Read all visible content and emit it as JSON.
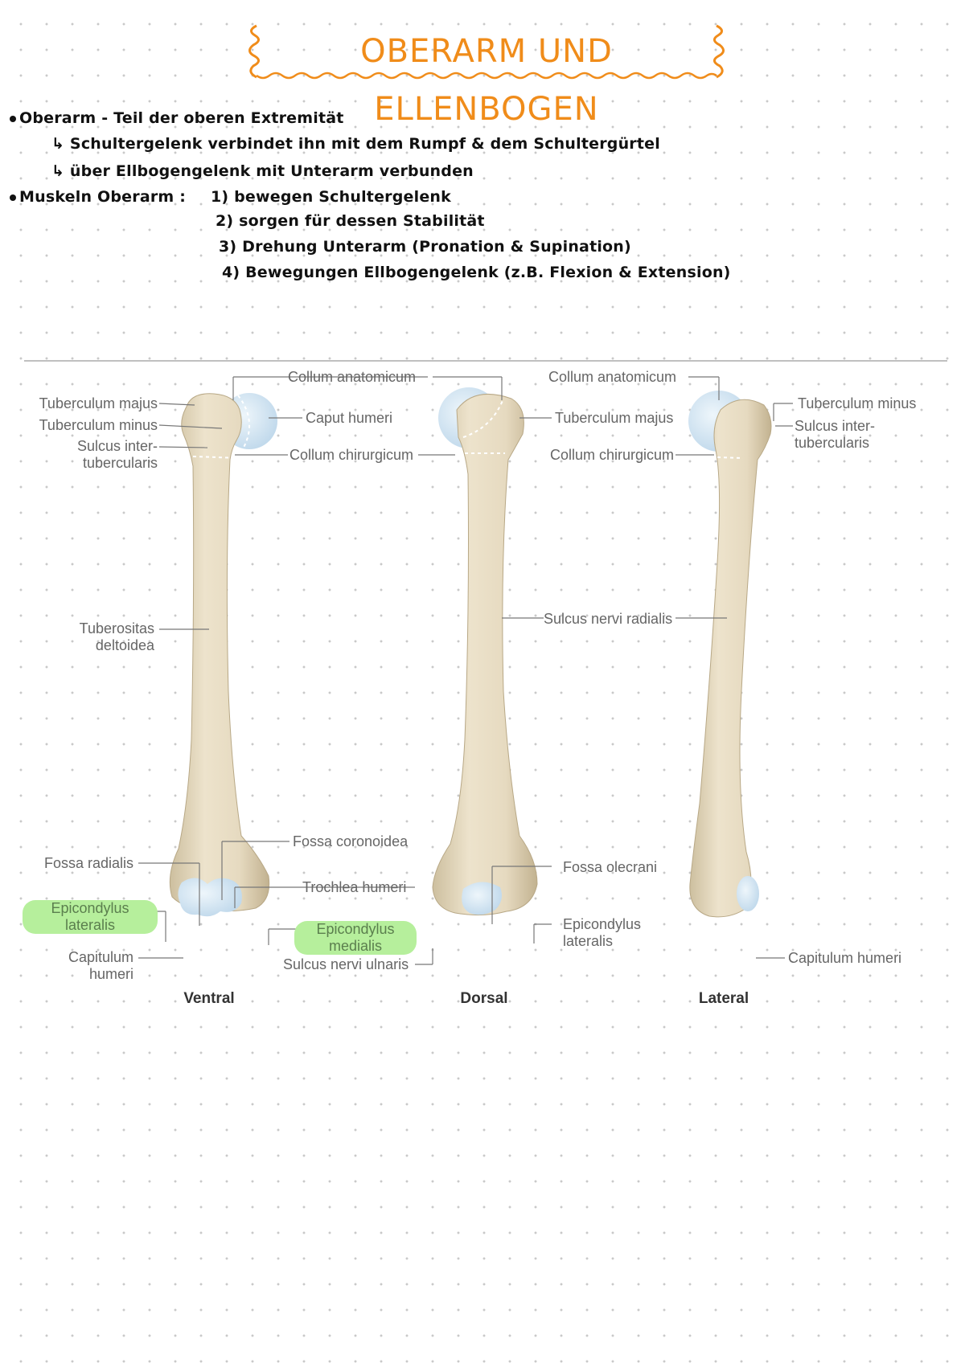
{
  "title": "OBERARM UND ELLENBOGEN",
  "notes": [
    "Oberarm  - Teil der oberen Extremität",
    "↳ Schultergelenk verbindet ihn mit dem Rumpf & dem Schultergürtel",
    "↳ über Ellbogengelenk mit Unterarm verbunden",
    "Muskeln Oberarm :",
    "1) bewegen Schultergelenk",
    "2) sorgen für dessen Stabilität",
    "3) Drehung Unterarm (Pronation & Supination)",
    "4) Bewegungen Ellbogengelenk (z.B. Flexion & Extension)"
  ],
  "figure": {
    "views": [
      "Ventral",
      "Dorsal",
      "Lateral"
    ],
    "labels": {
      "tub_majus_v": "Tuberculum majus",
      "tub_minus_v": "Tuberculum minus",
      "sulcus_v_1": "Sulcus inter-",
      "sulcus_v_2": "tubercularis",
      "collum_anat_v": "Collum anatomicum",
      "caput": "Caput humeri",
      "collum_chir_v": "Collum chirurgicum",
      "tuberositas_1": "Tuberositas",
      "tuberositas_2": "deltoidea",
      "fossa_coron": "Fossa coronoidea",
      "fossa_radialis": "Fossa radialis",
      "trochlea": "Trochlea humeri",
      "epi_lat_v_1": "Epicondylus",
      "epi_lat_v_2": "lateralis",
      "epi_med_1": "Epicondylus",
      "epi_med_2": "medialis",
      "capitulum_v_1": "Capitulum",
      "capitulum_v_2": "humeri",
      "sulcus_ulnaris": "Sulcus nervi ulnaris",
      "collum_anat_l": "Collum anatomicum",
      "tub_majus_d": "Tuberculum majus",
      "collum_chir_d": "Collum chirurgicum",
      "sulcus_radialis": "Sulcus nervi radialis",
      "fossa_olecrani": "Fossa olecrani",
      "epi_lat_d_1": "Epicondylus",
      "epi_lat_d_2": "lateralis",
      "tub_minus_l": "Tuberculum minus",
      "sulcus_l_1": "Sulcus inter-",
      "sulcus_l_2": "tubercularis",
      "capitulum_l": "Capitulum humeri"
    }
  },
  "colors": {
    "title": "#f08c1a",
    "bone": "#e8dcc4",
    "cartilage": "#cfe3f1",
    "highlight": "#b6ef9c"
  }
}
